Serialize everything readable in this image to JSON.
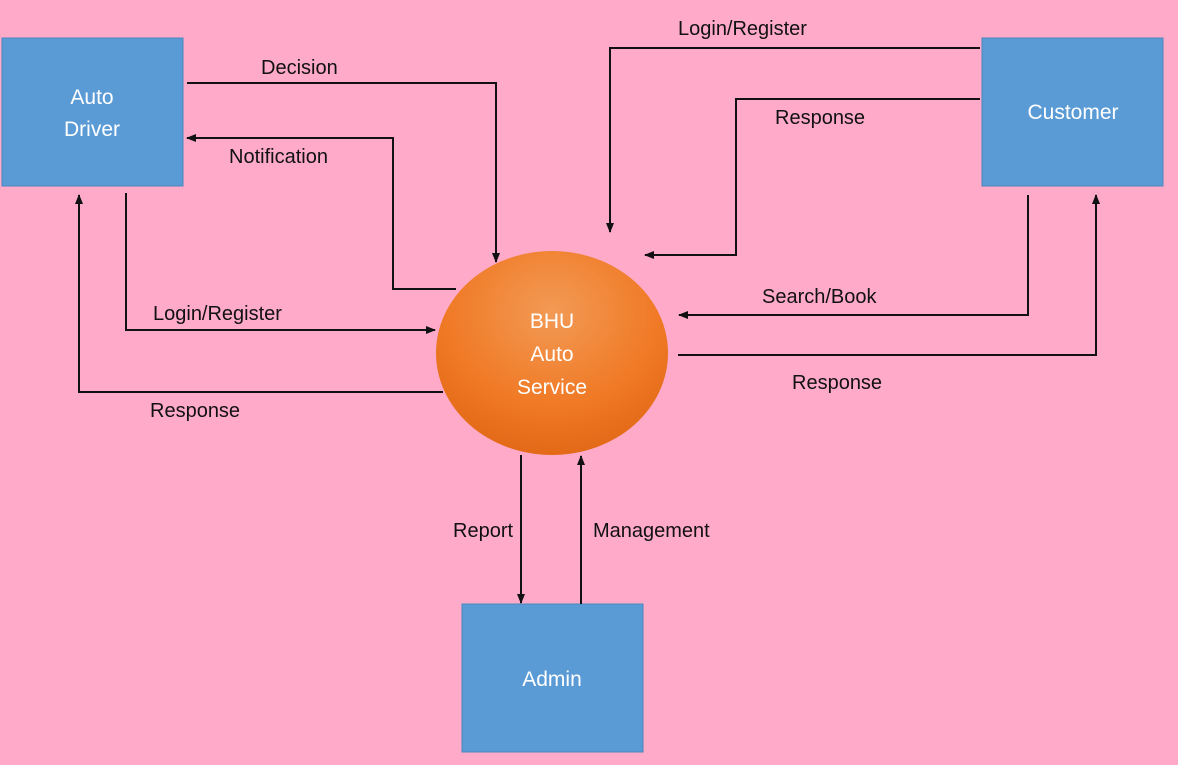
{
  "diagram": {
    "colors": {
      "background": "#ffaac8",
      "entity_fill": "#5b9bd5",
      "entity_stroke": "#4a86c0",
      "process_top": "#f0a060",
      "process_bottom": "#e06a18",
      "arrow": "#111111"
    },
    "entities": {
      "auto_driver": {
        "line1": "Auto",
        "line2": "Driver"
      },
      "customer": {
        "label": "Customer"
      },
      "admin": {
        "label": "Admin"
      }
    },
    "process": {
      "line1": "BHU",
      "line2": "Auto",
      "line3": "Service"
    },
    "flows": {
      "driver_decision": "Decision",
      "driver_notification": "Notification",
      "driver_login": "Login/Register",
      "driver_response": "Response",
      "customer_login": "Login/Register",
      "customer_response_top": "Response",
      "customer_search": "Search/Book",
      "customer_response_bottom": "Response",
      "admin_report": "Report",
      "admin_management": "Management"
    }
  }
}
